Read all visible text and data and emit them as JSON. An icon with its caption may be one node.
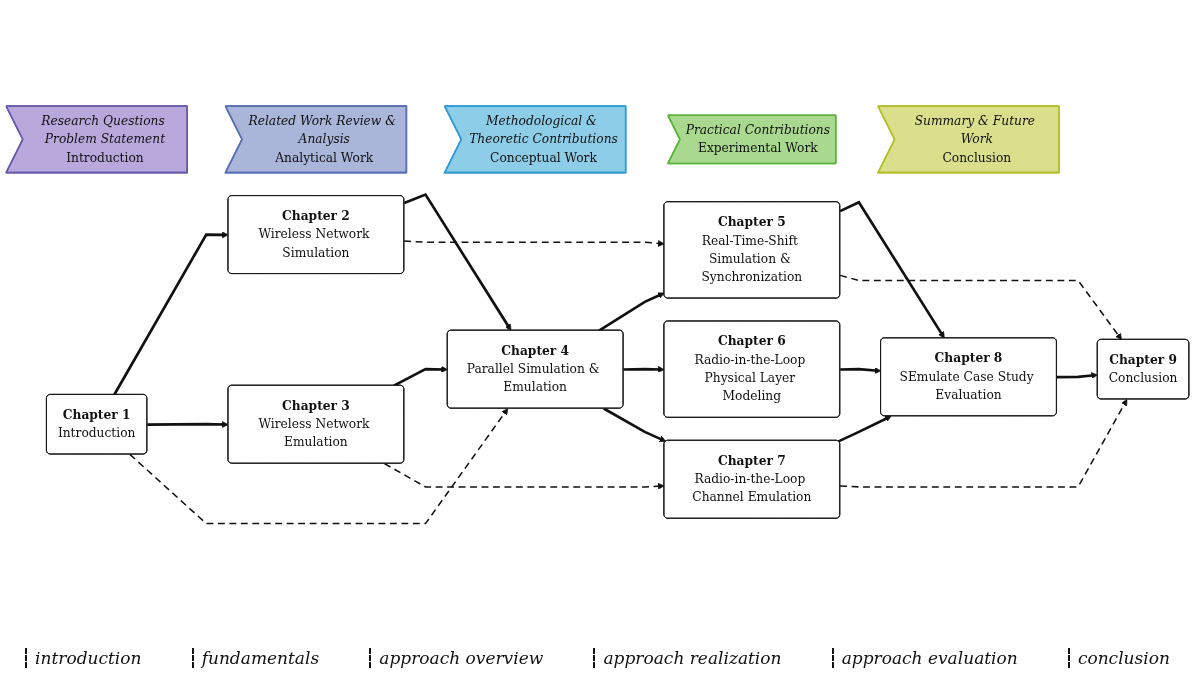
{
  "diagram": {
    "nodes": [
      {
        "text": [
          "Research Questions Problem Statement",
          "Introduction"
        ]
      },
      {
        "text": [
          "Related Work Review & Analysis",
          "Analytical Work"
        ]
      },
      {
        "text": [
          "Methodological & Theoretic Contributions",
          "Conceptual Work"
        ]
      },
      {
        "text": [
          "Practical Contributions",
          "Experimental Work"
        ]
      },
      {
        "text": [
          "Summary & Future Work",
          "Conclusion"
        ]
      },
      {
        "text": [
          "Chapter 1",
          "Introduction"
        ]
      },
      {
        "text": [
          "Chapter 2",
          "Wireless Network Simulation"
        ]
      },
      {
        "text": [
          "Chapter 3",
          "Wireless Network Emulation"
        ]
      },
      {
        "text": [
          "Chapter 4",
          "Parallel Simulation & Emulation"
        ]
      },
      {
        "text": [
          "Chapter 5",
          "Real-Time-Shift Simulation & Synchronization"
        ]
      },
      {
        "text": [
          "Chapter 6",
          "Radio-in-the-Loop Physical Layer Modeling"
        ]
      },
      {
        "text": [
          "Chapter 7",
          "Radio-in-the-Loop Channel Emulation"
        ]
      },
      {
        "text": [
          "Chapter 8",
          "SEmulate Case Study Evaluation"
        ]
      },
      {
        "text": [
          "Chapter 9",
          "Conclusion"
        ]
      }
    ],
    "edges": [
      {
        "from": 5,
        "to": 6,
        "arrow": "to"
      },
      {
        "from": 5,
        "to": 7,
        "arrow": "to"
      },
      {
        "from": 5,
        "to": 8,
        "arrow": "to",
        "style": "dashed"
      },
      {
        "from": 6,
        "to": 8,
        "arrow": "to"
      },
      {
        "from": 7,
        "to": 8,
        "arrow": "to"
      },
      {
        "from": 6,
        "to": 9,
        "arrow": "to",
        "style": "dashed"
      },
      {
        "from": 7,
        "to": 11,
        "arrow": "to",
        "style": "dashed"
      },
      {
        "from": 8,
        "to": 9,
        "arrow": "to"
      },
      {
        "from": 8,
        "to": 10,
        "arrow": "to"
      },
      {
        "from": 8,
        "to": 11,
        "arrow": "to"
      },
      {
        "from": 9,
        "to": 12,
        "arrow": "to"
      },
      {
        "from": 10,
        "to": 12,
        "arrow": "to"
      },
      {
        "from": 11,
        "to": 12,
        "arrow": "to"
      },
      {
        "from": 9,
        "to": 13,
        "arrow": "to",
        "style": "dashed"
      },
      {
        "from": 11,
        "to": 13,
        "arrow": "to",
        "style": "dashed"
      },
      {
        "from": 12,
        "to": 13,
        "arrow": "to"
      }
    ],
    "labels": [
      "introduction",
      "fundamentals",
      "approach overview",
      "approach realization",
      "approach evaluation",
      "conclusion"
    ]
  }
}
